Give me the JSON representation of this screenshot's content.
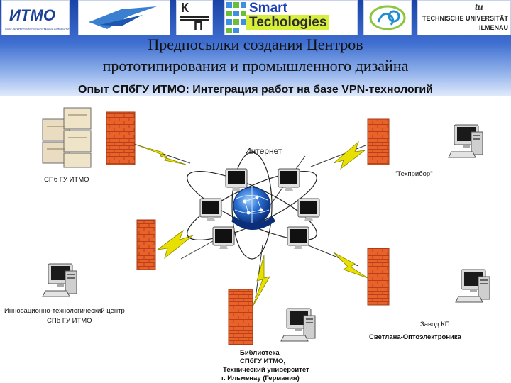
{
  "logos": {
    "itmo": "ИТМО",
    "itmo_small": "САНКТ-ПЕТЕРБУРГСКИЙ ГОСУДАРСТВЕННЫЙ УНИВЕРСИТЕТ",
    "kp_top": "К",
    "kp_bottom": "П",
    "smart_1": "Smart",
    "smart_2": "Techologies",
    "tu_line1": "TECHNISCHE UNIVERSITÄT",
    "tu_line2": "ILMENAU",
    "tu_mark": "tu"
  },
  "title_line1": "Предпосылки создания Центров",
  "title_line2": "прототипирования и промышленного дизайна",
  "subtitle": "Опыт СПбГУ ИТМО: Интеграция работ на базе VPN-технологий",
  "labels": {
    "internet": "Интернет",
    "spbgu": "СПб ГУ ИТМО",
    "tekhpribor": "\"Техприбор\"",
    "innov_1": "Инновационно-технологический центр",
    "innov_2": "СПб ГУ ИТМО",
    "zavod": "Завод КП",
    "svetlana": "Светлана-Оптоэлектроника",
    "lib_1": "Библиотека",
    "lib_2": "СПбГУ ИТМО,",
    "lib_3": "Технический университет",
    "lib_4": "г. Ильменау (Германия)"
  },
  "colors": {
    "header_top": "#1a43a8",
    "firewall": "#e8622a",
    "lightning": "#e8e000",
    "globe": "#1e5fb8"
  }
}
